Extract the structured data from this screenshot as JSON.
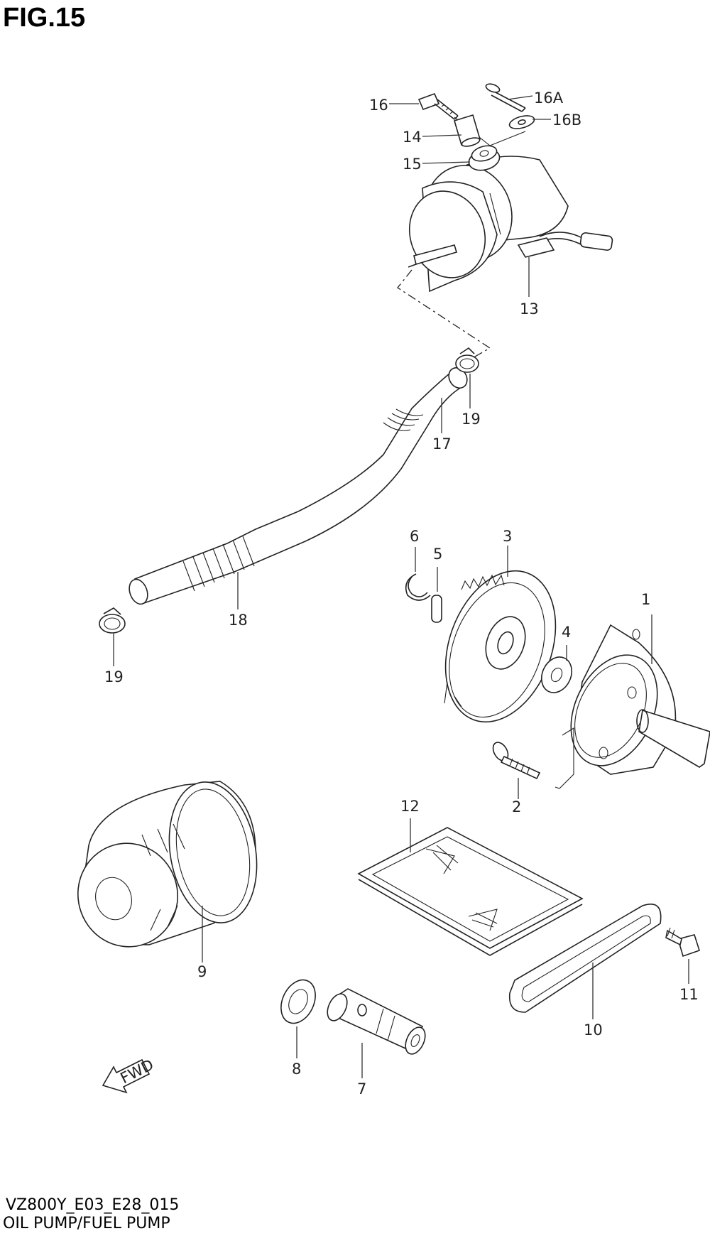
{
  "figure": {
    "title": "FIG.15"
  },
  "parts": [
    {
      "id": "p1",
      "label": "1",
      "icon": "oil-pump-icon"
    },
    {
      "id": "p2",
      "label": "2",
      "icon": "bolt-icon"
    },
    {
      "id": "p3",
      "label": "3",
      "icon": "gear-icon"
    },
    {
      "id": "p4",
      "label": "4",
      "icon": "washer-icon"
    },
    {
      "id": "p5",
      "label": "5",
      "icon": "pin-icon"
    },
    {
      "id": "p6",
      "label": "6",
      "icon": "circlip-icon"
    },
    {
      "id": "p7",
      "label": "7",
      "icon": "union-bolt-icon"
    },
    {
      "id": "p8",
      "label": "8",
      "icon": "gasket-icon"
    },
    {
      "id": "p9",
      "label": "9",
      "icon": "oil-filter-icon"
    },
    {
      "id": "p10",
      "label": "10",
      "icon": "gasket-icon"
    },
    {
      "id": "p11",
      "label": "11",
      "icon": "bolt-icon"
    },
    {
      "id": "p12",
      "label": "12",
      "icon": "strainer-icon"
    },
    {
      "id": "p13",
      "label": "13",
      "icon": "fuel-pump-icon"
    },
    {
      "id": "p14",
      "label": "14",
      "icon": "spacer-icon"
    },
    {
      "id": "p15",
      "label": "15",
      "icon": "cushion-icon"
    },
    {
      "id": "p16",
      "label": "16",
      "icon": "bolt-icon"
    },
    {
      "id": "p16a",
      "label": "16A",
      "icon": "bolt-icon"
    },
    {
      "id": "p16b",
      "label": "16B",
      "icon": "washer-icon"
    },
    {
      "id": "p17",
      "label": "17",
      "icon": "hose-icon"
    },
    {
      "id": "p18",
      "label": "18",
      "icon": "hose-icon"
    },
    {
      "id": "p19a",
      "label": "19",
      "icon": "clamp-icon"
    },
    {
      "id": "p19b",
      "label": "19",
      "icon": "clamp-icon"
    }
  ],
  "direction_marker": {
    "label": "FWD",
    "icon": "arrow-forward-icon"
  },
  "footer": {
    "code": "VZ800Y_E03_E28_015",
    "title": "OIL PUMP/FUEL PUMP"
  }
}
